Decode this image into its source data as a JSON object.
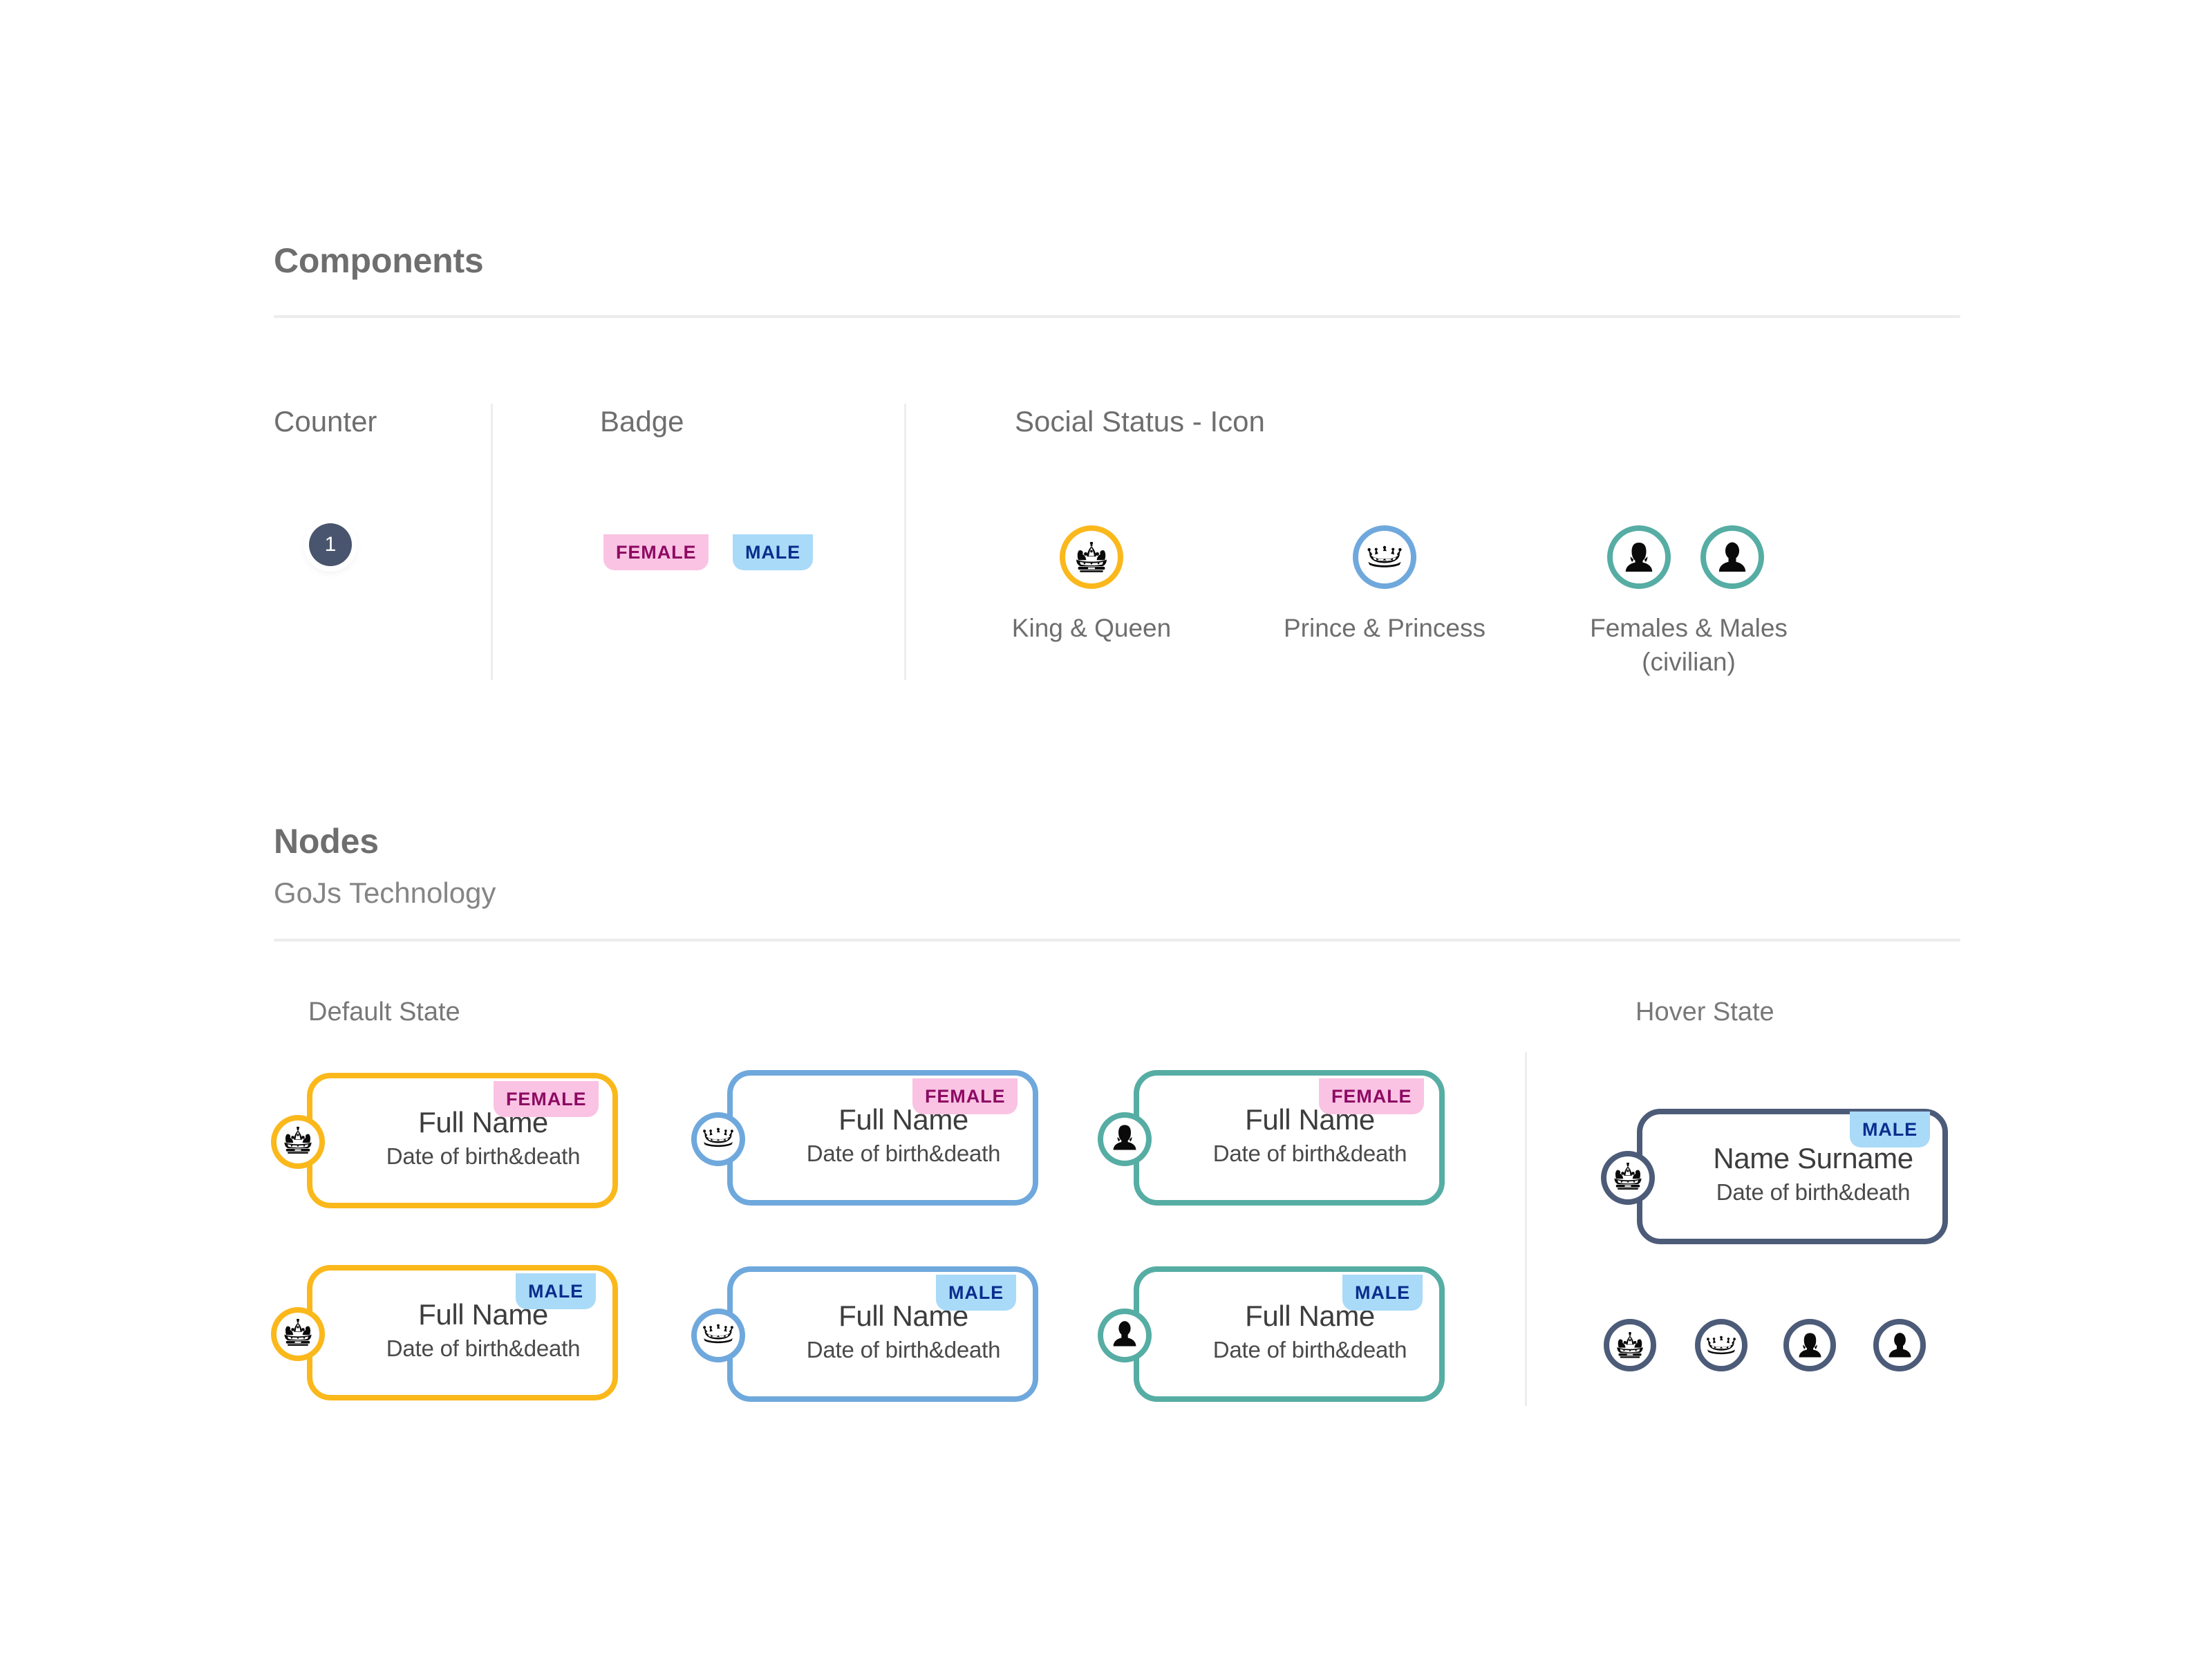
{
  "sections": {
    "components": {
      "title": "Components",
      "columns": [
        {
          "label": "Counter"
        },
        {
          "label": "Badge"
        },
        {
          "label": "Social Status - Icon"
        }
      ]
    },
    "nodes": {
      "title": "Nodes",
      "subtitle": "GoJs Technology",
      "states": {
        "default_label": "Default State",
        "hover_label": "Hover State"
      }
    }
  },
  "counter": {
    "value": "1",
    "bg_color": "#49556E",
    "text_color": "#FFFFFF"
  },
  "badges": {
    "female": {
      "label": "FEMALE",
      "bg_color": "#FAC3E3",
      "text_color": "#8D0A63"
    },
    "male": {
      "label": "MALE",
      "bg_color": "#A9DAF8",
      "text_color": "#0A2E8D"
    }
  },
  "social_status": [
    {
      "icon": "royal-crown-icon",
      "caption": "King & Queen",
      "ring_color": "#FAB81B"
    },
    {
      "icon": "coronet-crown-icon",
      "caption": "Prince & Princess",
      "ring_color": "#6FA8DC"
    },
    {
      "icon": "person-female-icon",
      "caption": "Females & Males\n(civilian)",
      "ring_color": "#56ADA4"
    }
  ],
  "social_status_civilian": {
    "caption_line1": "Females & Males",
    "caption_line2": "(civilian)",
    "ring_color": "#56ADA4",
    "icons": [
      "person-female-icon",
      "person-male-icon"
    ]
  },
  "node_colors": {
    "royal": "#FAB81B",
    "noble": "#6FA8DC",
    "civilian": "#56ADA4",
    "hover": "#4C5B78"
  },
  "default_nodes": [
    {
      "icon": "royal-crown-icon",
      "border_color": "#FAB81B",
      "name": "Full Name",
      "date": "Date of birth&death",
      "badge": "FEMALE",
      "badge_kind": "female"
    },
    {
      "icon": "coronet-crown-icon",
      "border_color": "#6FA8DC",
      "name": "Full Name",
      "date": "Date of birth&death",
      "badge": "FEMALE",
      "badge_kind": "female"
    },
    {
      "icon": "person-female-icon",
      "border_color": "#56ADA4",
      "name": "Full Name",
      "date": "Date of birth&death",
      "badge": "FEMALE",
      "badge_kind": "female"
    },
    {
      "icon": "royal-crown-icon",
      "border_color": "#FAB81B",
      "name": "Full Name",
      "date": "Date of birth&death",
      "badge": "MALE",
      "badge_kind": "male"
    },
    {
      "icon": "coronet-crown-icon",
      "border_color": "#6FA8DC",
      "name": "Full Name",
      "date": "Date of birth&death",
      "badge": "MALE",
      "badge_kind": "male"
    },
    {
      "icon": "person-male-icon",
      "border_color": "#56ADA4",
      "name": "Full Name",
      "date": "Date of birth&death",
      "badge": "MALE",
      "badge_kind": "male"
    }
  ],
  "hover_node": {
    "icon": "royal-crown-icon",
    "border_color": "#4C5B78",
    "name": "Name Surname",
    "date": "Date of birth&death",
    "badge": "MALE",
    "badge_kind": "male"
  },
  "hover_avatars": [
    {
      "icon": "royal-crown-icon",
      "ring_color": "#4C5B78"
    },
    {
      "icon": "coronet-crown-icon",
      "ring_color": "#4C5B78"
    },
    {
      "icon": "person-female-icon",
      "ring_color": "#4C5B78"
    },
    {
      "icon": "person-male-icon",
      "ring_color": "#4C5B78"
    }
  ]
}
